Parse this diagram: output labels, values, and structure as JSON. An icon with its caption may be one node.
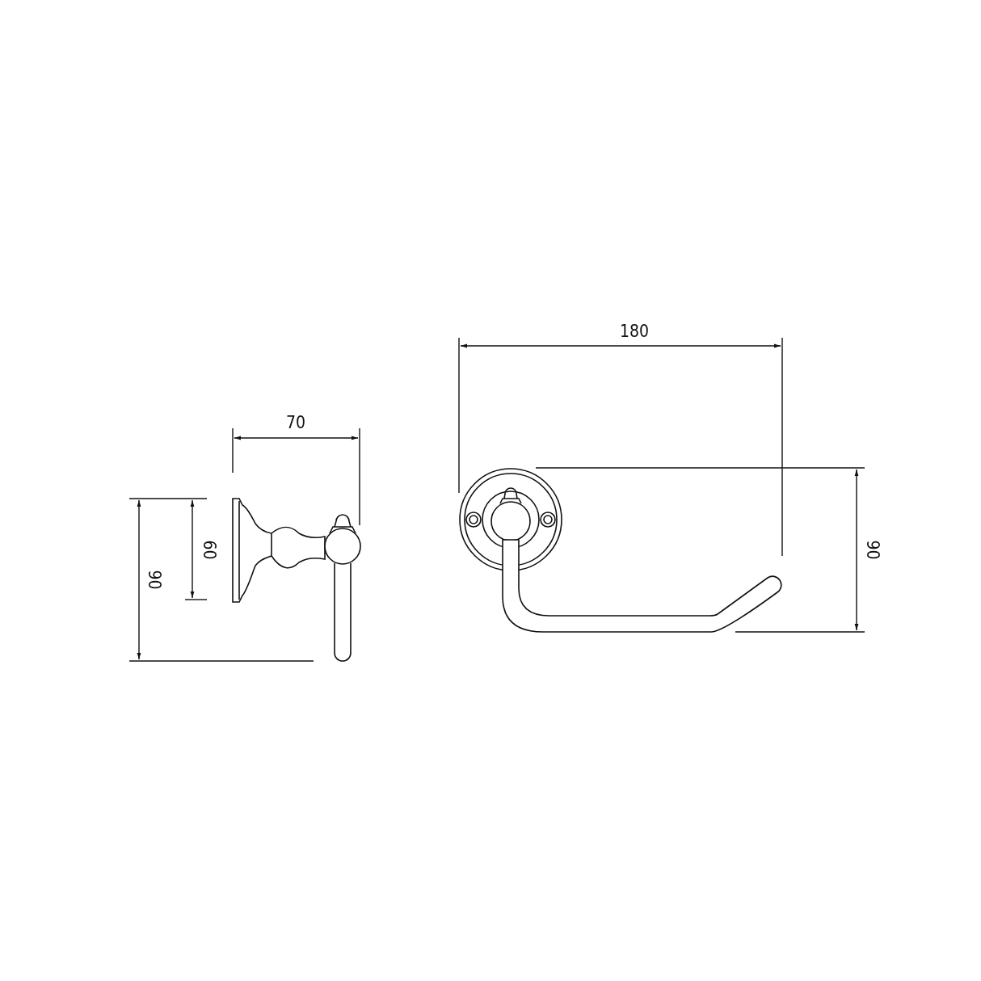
{
  "diagram": {
    "labels": [
      "180",
      "70",
      "60",
      "90",
      "90"
    ]
  }
}
